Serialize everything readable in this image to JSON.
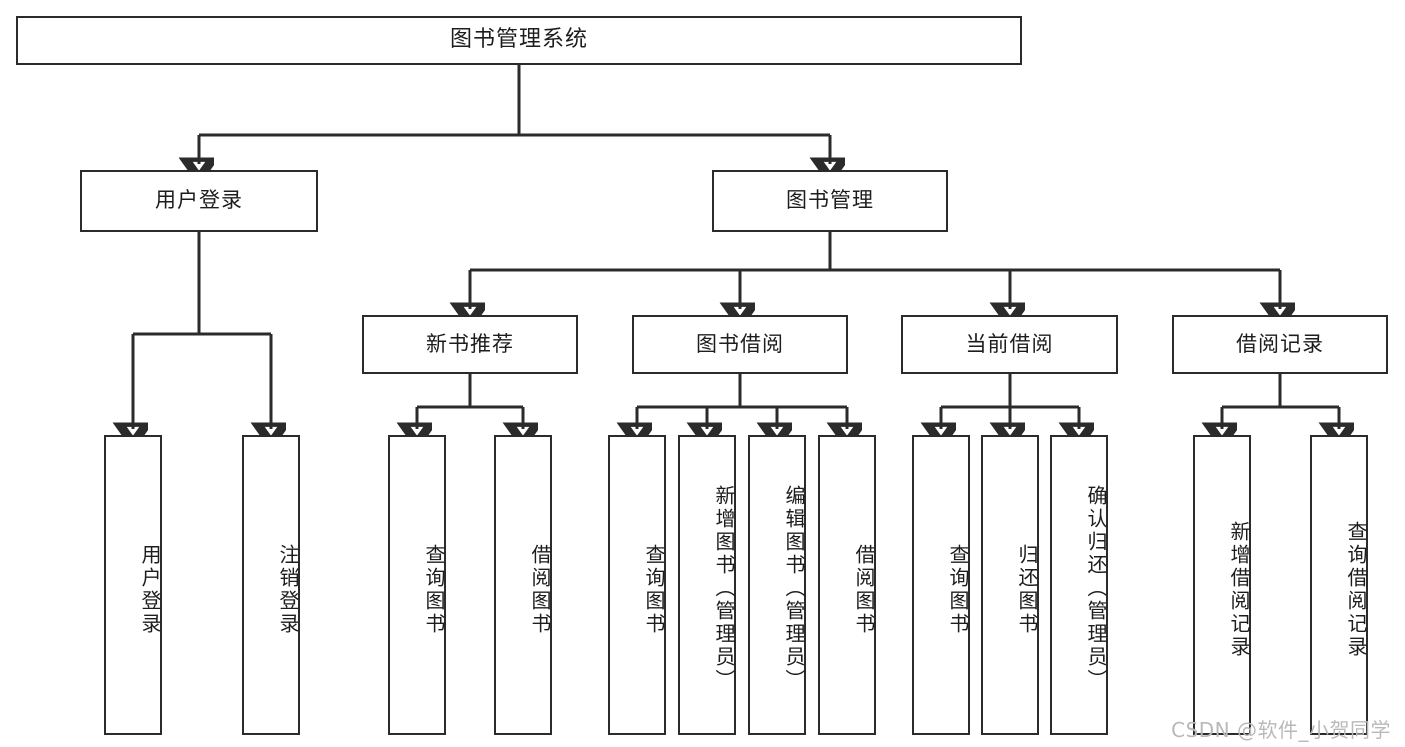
{
  "diagram": {
    "type": "tree",
    "title": "图书管理系统",
    "watermark": "CSDN @软件_小贺同学",
    "colors": {
      "stroke": "#2b2b2b",
      "fill": "#ffffff",
      "text": "#1d1d1d",
      "watermark": "#b9b9b9"
    },
    "nodes": {
      "root": "图书管理系统",
      "level2": [
        {
          "id": "user-login",
          "label": "用户登录"
        },
        {
          "id": "book-manage",
          "label": "图书管理"
        }
      ],
      "level3": [
        {
          "id": "new-book-recommend",
          "label": "新书推荐"
        },
        {
          "id": "book-borrow",
          "label": "图书借阅"
        },
        {
          "id": "current-borrow",
          "label": "当前借阅"
        },
        {
          "id": "borrow-record",
          "label": "借阅记录"
        }
      ],
      "leaves": {
        "user_login": [
          {
            "id": "leaf-user-login",
            "label": "用户登录"
          },
          {
            "id": "leaf-user-logout",
            "label": "注销登录"
          }
        ],
        "new_book_recommend": [
          {
            "id": "leaf-query-book-1",
            "label": "查询图书"
          },
          {
            "id": "leaf-borrow-book-1",
            "label": "借阅图书"
          }
        ],
        "book_borrow": [
          {
            "id": "leaf-query-book-2",
            "label": "查询图书"
          },
          {
            "id": "leaf-add-book",
            "label": "新增图书（管理员）"
          },
          {
            "id": "leaf-edit-book",
            "label": "编辑图书（管理员）"
          },
          {
            "id": "leaf-borrow-book-2",
            "label": "借阅图书"
          }
        ],
        "current_borrow": [
          {
            "id": "leaf-query-book-3",
            "label": "查询图书"
          },
          {
            "id": "leaf-return-book",
            "label": "归还图书"
          },
          {
            "id": "leaf-confirm-return",
            "label": "确认归还（管理员）"
          }
        ],
        "borrow_record": [
          {
            "id": "leaf-add-record",
            "label": "新增借阅记录"
          },
          {
            "id": "leaf-query-record",
            "label": "查询借阅记录"
          }
        ]
      }
    }
  }
}
